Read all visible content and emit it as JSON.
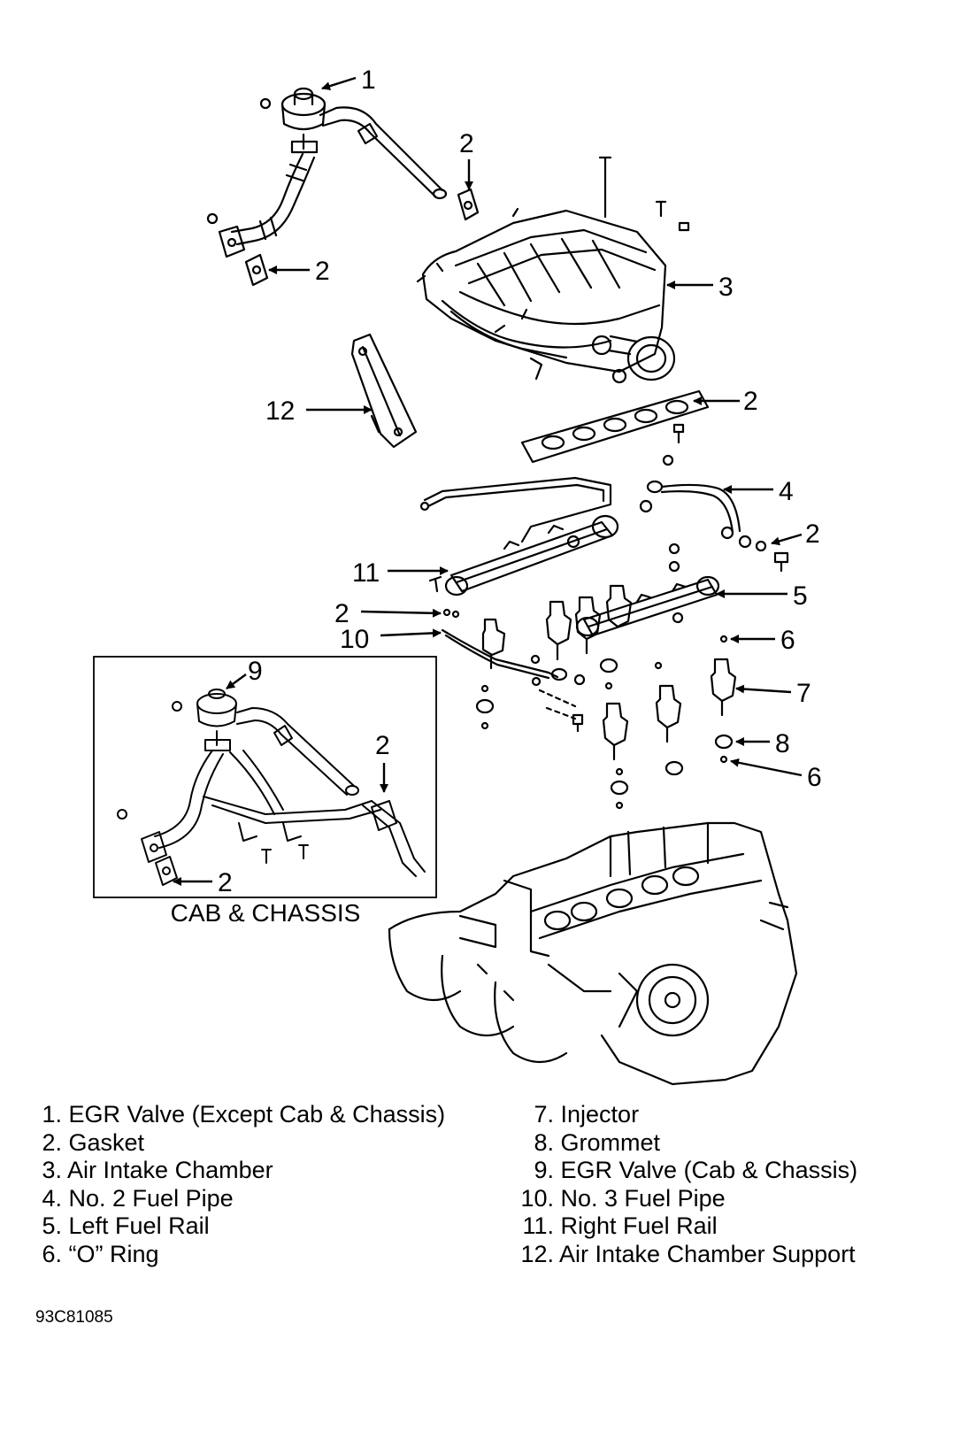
{
  "callouts": {
    "c1": "1",
    "c2a": "2",
    "c2b": "2",
    "c3": "3",
    "c2c": "2",
    "c12": "12",
    "c4": "4",
    "c2d": "2",
    "c11": "11",
    "c5": "5",
    "c2e": "2",
    "c10": "10",
    "c6a": "6",
    "c9": "9",
    "c7": "7",
    "c2f": "2",
    "c8": "8",
    "c6b": "6",
    "c2g": "2"
  },
  "inset_caption": "CAB & CHASSIS",
  "legend_left": [
    {
      "num": "1.",
      "text": "EGR Valve (Except Cab & Chassis)"
    },
    {
      "num": "2.",
      "text": "Gasket"
    },
    {
      "num": "3.",
      "text": "Air Intake Chamber"
    },
    {
      "num": "4.",
      "text": "No. 2 Fuel Pipe"
    },
    {
      "num": "5.",
      "text": "Left Fuel Rail"
    },
    {
      "num": "6.",
      "text": "“O” Ring"
    }
  ],
  "legend_right": [
    {
      "num": "7.",
      "text": "Injector"
    },
    {
      "num": "8.",
      "text": "Grommet"
    },
    {
      "num": "9.",
      "text": "EGR Valve (Cab & Chassis)"
    },
    {
      "num": "10.",
      "text": "No. 3 Fuel Pipe"
    },
    {
      "num": "11.",
      "text": "Right Fuel Rail"
    },
    {
      "num": "12.",
      "text": "Air Intake Chamber Support"
    }
  ],
  "figure_code": "93C81085"
}
